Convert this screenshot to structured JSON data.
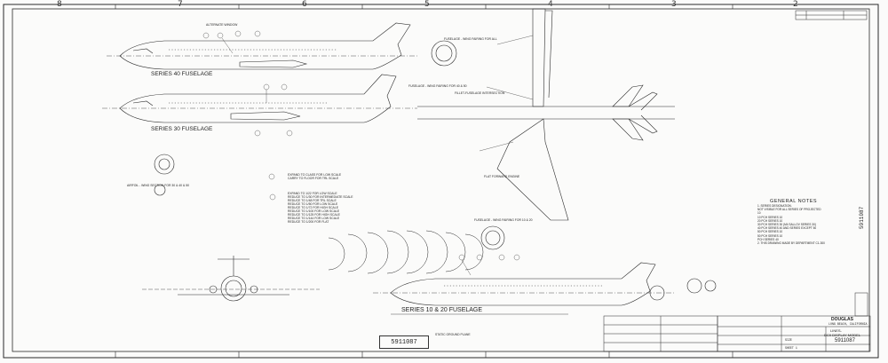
{
  "drawing": {
    "number": "5911087",
    "title_lines": [
      "LINES-",
      "DC9 DISPLAY MODEL"
    ],
    "company": "DOUGLAS",
    "company_location": "LONG BEACH, CALIFORNIA",
    "size_scale": "SIZE",
    "sheet": "SHEET 1"
  },
  "zones_top": [
    "8",
    "7",
    "6",
    "5",
    "4",
    "3",
    "2"
  ],
  "views": {
    "series40": "SERIES 40 FUSELAGE",
    "series30": "SERIES 30 FUSELAGE",
    "series10": "SERIES 10 & 20 FUSELAGE"
  },
  "general_notes": {
    "heading": "GENERAL NOTES",
    "lines": [
      "1. SERIES DESIGNATION.",
      "   NOT VISIBLE FOR ALL SERIES OF PROJECTED",
      "   10  ",
      "   10   PCH SERIES 10",
      "   20   PCH SERIES 10",
      "   30   PCH SERIES 30 (M4 SALLOV SERIES 30)",
      "   40   PCH SERIES 40 AND SERIES EXCEPT 50",
      "   50   PCH SERIES 10 ",
      "   50   PCH SERIES 10",
      "        PCH SERIES 40",
      "2. THIS DRAWING MADE BY DEPARTMENT C1-300"
    ]
  },
  "callouts": {
    "alternate_window": "ALTERNATE WINDOW",
    "fuselage_wing_fairing_40": "FUSELAGE - WING FAIRING FOR 40 & 50",
    "fuselage_wing_fairing_all": "FUSELAGE - WING FAIRING FOR ALL",
    "fuselage_wing_fairing_10": "FUSELAGE - WING FAIRING FOR 10 & 20",
    "fuselage_wing_intersection": "FILLET-FUSELAGE INTERSECTION",
    "flat_plane": "FLAT FORWARD ENGINE",
    "static_ground_plane": "STATIC GROUND PLANE",
    "engine_note_1": "EXPAND TO CLASS FOR LOW SCALE",
    "engine_note_2": "CARRY TO FLOOR FOR TRL SCALE",
    "reduce_lines": [
      "EXPAND TO 1/22 FOR LOW SCALE",
      "REDUCE TO 1/30 FOR INTERMEDIATE SCALE",
      "REDUCE TO 1/48 FOR TRL SCALE",
      "REDUCE TO 1/50 FOR LOW SCALE",
      "REDUCE TO 1/72 FOR HIGH SCALE",
      "REDUCE TO 1/100 FOR LOW SCALE",
      "REDUCE TO 1/125 FOR HIGH SCALE",
      "REDUCE TO 1/144 FOR LOW SCALE",
      "REDUCE TO 1/200 FOR FLAT"
    ],
    "airfoil_note": "AIRFOIL - WING SECTION FOR 30 & 40 & 50"
  }
}
